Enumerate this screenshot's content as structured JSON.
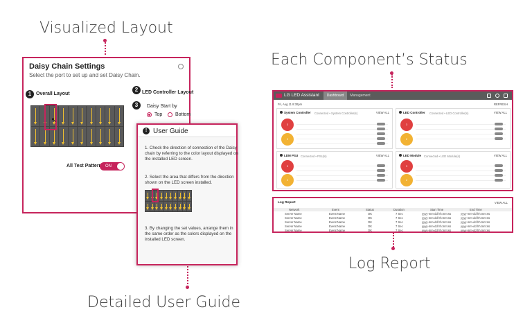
{
  "captions": {
    "visualized_layout": "Visualized Layout",
    "component_status": "Each Component’s Status",
    "log_report": "Log Report",
    "user_guide": "Detailed User Guide"
  },
  "accent": "#c6245c",
  "daisy_chain": {
    "title": "Daisy Chain Settings",
    "subtitle": "Select the port to set up and set Daisy Chain.",
    "step1_num": "1",
    "step1_label": "Overall Layout",
    "step2_num": "2",
    "step2_label": "LED Controller Layout",
    "step3_num": "3",
    "step3_label": "Daisy Start by",
    "radio_top": "Top",
    "radio_bottom": "Bottom",
    "test_pattern_label": "All Test Pattern",
    "toggle_label": "ON"
  },
  "user_guide": {
    "title": "User Guide",
    "icon": "info-icon",
    "step1": [
      "1. Check the direction of connection of the Daisy",
      "chain by referring to the color layout displayed on",
      "the installed LED screen."
    ],
    "step2": [
      "2. Select the area that differs from the direction",
      "shown on the LED screen installed."
    ],
    "step3": [
      "3. By changing the set values, arrange them in",
      "the same order as the colors displayed on the",
      "installed LED screen."
    ]
  },
  "dashboard": {
    "app_name": "LG LED Assistant",
    "tabs": [
      "Dashboard",
      "Management"
    ],
    "date": "Fri, Aug 11 8:30pm",
    "refresh": "REFRESH",
    "panels": [
      {
        "title": "System Controller",
        "status": "Connected  • System Controller(s)",
        "view_all": "VIEW ALL"
      },
      {
        "title": "LED Controller",
        "status": "Connected  • LED Controller(s)",
        "view_all": "VIEW ALL"
      },
      {
        "title": "LDM PSU",
        "status": "Connected  • PSU(s)",
        "view_all": "VIEW ALL"
      },
      {
        "title": "LED Module",
        "status": "Connected  • LED Module(s)",
        "view_all": "VIEW ALL"
      }
    ],
    "error_label": "Error",
    "warning_label": "Warning",
    "error_count": "3",
    "warning_count": "2"
  },
  "log": {
    "title": "Log Report",
    "view_all": "VIEW ALL",
    "columns": [
      "Network",
      "Event",
      "Status",
      "Duration",
      "Start Time",
      "End Time"
    ],
    "rows": [
      [
        "Server Name",
        "Event Name",
        "OK",
        "7 Sec",
        "yyyy-mm-dd hh:mm:ss",
        "yyyy-mm-dd hh:mm:ss"
      ],
      [
        "Server Name",
        "Event Name",
        "OK",
        "7 Sec",
        "yyyy-mm-dd hh:mm:ss",
        "yyyy-mm-dd hh:mm:ss"
      ],
      [
        "Server Name",
        "Event Name",
        "OK",
        "7 Sec",
        "yyyy-mm-dd hh:mm:ss",
        "yyyy-mm-dd hh:mm:ss"
      ],
      [
        "Server Name",
        "Event Name",
        "OK",
        "7 Sec",
        "yyyy-mm-dd hh:mm:ss",
        "yyyy-mm-dd hh:mm:ss"
      ],
      [
        "Server Name",
        "Event Name",
        "OK",
        "7 Sec",
        "yyyy-mm-dd hh:mm:ss",
        "yyyy-mm-dd hh:mm:ss"
      ]
    ]
  }
}
